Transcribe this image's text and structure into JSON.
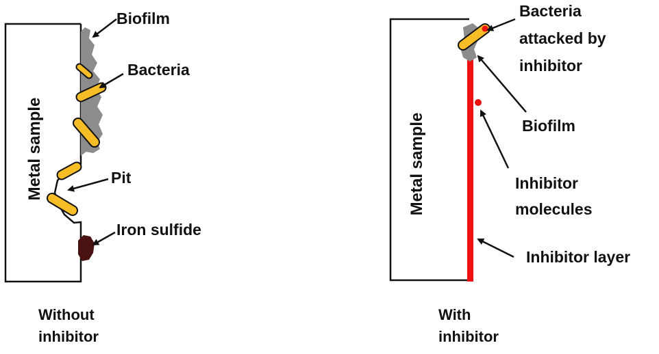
{
  "panels": {
    "left": {
      "metal_label": "Metal sample",
      "labels": {
        "biofilm": "Biofilm",
        "bacteria": "Bacteria",
        "pit": "Pit",
        "iron_sulfide": "Iron sulfide"
      },
      "caption": [
        "Without",
        "inhibitor"
      ]
    },
    "right": {
      "metal_label": "Metal sample",
      "labels": {
        "bacteria_attacked": [
          "Bacteria",
          "attacked by",
          "inhibitor"
        ],
        "biofilm": "Biofilm",
        "inhibitor_molecules": [
          "Inhibitor",
          "molecules"
        ],
        "inhibitor_layer": "Inhibitor layer"
      },
      "caption": [
        "With",
        "inhibitor"
      ]
    }
  },
  "colors": {
    "biofilm": "#8c8c8c",
    "bacteria_fill": "#f7bd27",
    "bacteria_stroke": "#111111",
    "iron_sulfide": "#4a1212",
    "inhibitor": "#ee1111",
    "outline": "#111111"
  }
}
